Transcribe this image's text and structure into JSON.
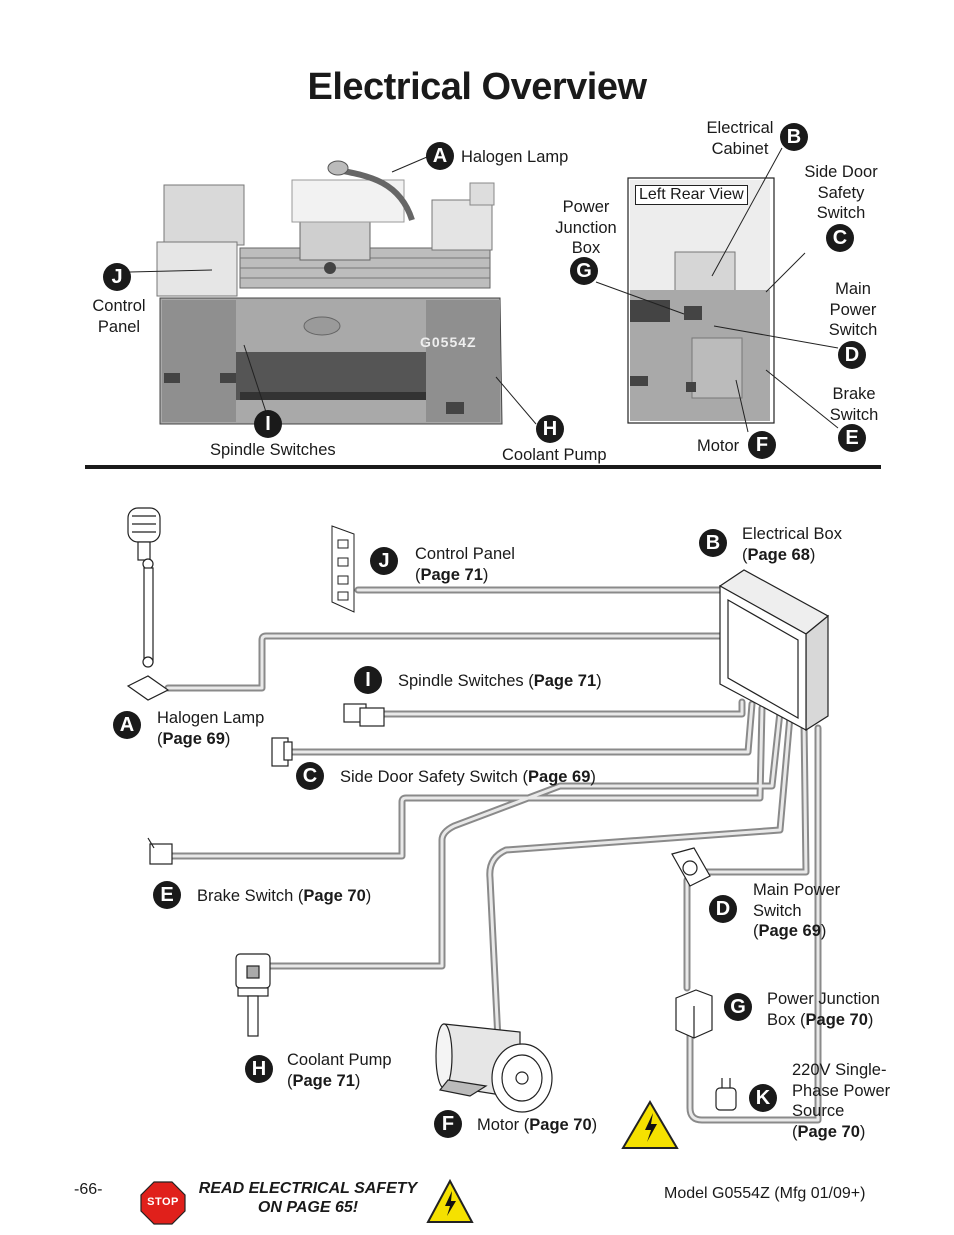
{
  "page_title": "Electrical Overview",
  "top_view": {
    "inset_label": "Left Rear View",
    "machine_plate": "G0554Z",
    "callouts": {
      "A": "Halogen Lamp",
      "B": "Electrical Cabinet",
      "C": "Side Door Safety Switch",
      "D": "Main Power Switch",
      "E": "Brake Switch",
      "F": "Motor",
      "G": "Power Junction Box",
      "H": "Coolant Pump",
      "I": "Spindle Switches",
      "J": "Control Panel"
    },
    "label_lines": {
      "B": [
        "Electrical",
        "Cabinet"
      ],
      "C": [
        "Side Door",
        "Safety",
        "Switch"
      ],
      "D": [
        "Main",
        "Power",
        "Switch"
      ],
      "E": [
        "Brake",
        "Switch"
      ],
      "G": [
        "Power",
        "Junction",
        "Box"
      ],
      "J": [
        "Control",
        "Panel"
      ]
    }
  },
  "wiring": {
    "B": {
      "letter": "B",
      "name": "Electrical Box",
      "page": "Page 68"
    },
    "J": {
      "letter": "J",
      "name": "Control Panel",
      "page": "Page 71"
    },
    "I": {
      "letter": "I",
      "name": "Spindle Switches",
      "page": "Page 71"
    },
    "A": {
      "letter": "A",
      "name": "Halogen Lamp",
      "page": "Page 69"
    },
    "C": {
      "letter": "C",
      "name": "Side Door Safety Switch",
      "page": "Page 69"
    },
    "E": {
      "letter": "E",
      "name": "Brake Switch",
      "page": "Page 70"
    },
    "D": {
      "letter": "D",
      "name_lines": [
        "Main Power",
        "Switch"
      ],
      "page": "Page 69"
    },
    "G": {
      "letter": "G",
      "name_lines": [
        "Power Junction",
        "Box"
      ],
      "page": "Page 70"
    },
    "H": {
      "letter": "H",
      "name": "Coolant Pump",
      "page": "Page 71"
    },
    "F": {
      "letter": "F",
      "name": "Motor",
      "page": "Page 70"
    },
    "K": {
      "letter": "K",
      "name_lines": [
        "220V Single-",
        "Phase Power",
        "Source"
      ],
      "page": "Page 70"
    }
  },
  "footer": {
    "page_number": "-66-",
    "stop_sign": "STOP",
    "warning_lines": [
      "READ ELECTRICAL SAFETY",
      "ON PAGE 65!"
    ],
    "model": "Model G0554Z (Mfg 01/09+)"
  }
}
